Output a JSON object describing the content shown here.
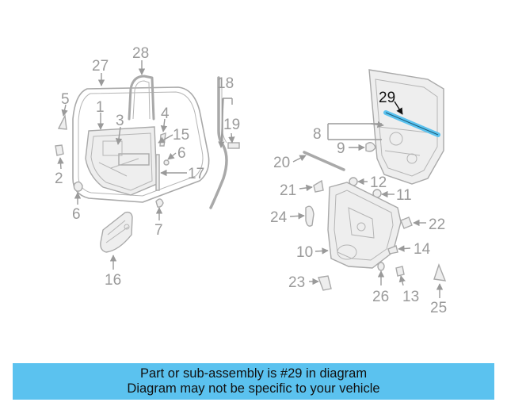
{
  "diagram": {
    "callouts": [
      "27",
      "28",
      "5",
      "1",
      "3",
      "4",
      "15",
      "6",
      "2",
      "17",
      "6",
      "7",
      "16",
      "18",
      "19",
      "8",
      "9",
      "29",
      "20",
      "12",
      "21",
      "11",
      "24",
      "22",
      "10",
      "14",
      "23",
      "26",
      "13",
      "25"
    ],
    "highlighted_part": "29",
    "highlight_color": "#5bc2ef"
  },
  "banner": {
    "line1": "Part or sub-assembly is #29 in diagram",
    "line2": "Diagram may not be specific to your vehicle",
    "background": "#5bc2ef"
  }
}
